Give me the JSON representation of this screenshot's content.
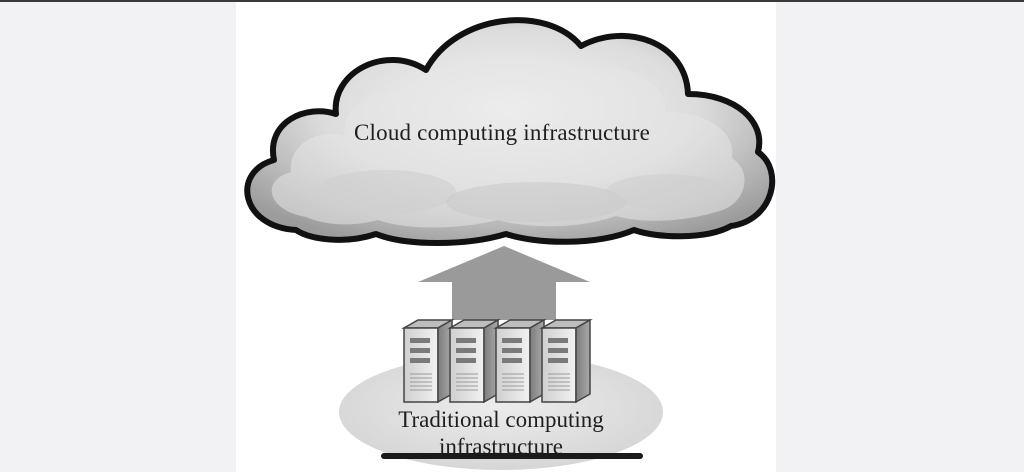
{
  "diagram": {
    "cloud": {
      "label": "Cloud computing infrastructure",
      "icon": "cloud-icon"
    },
    "arrow": {
      "icon": "up-arrow-icon",
      "direction": "up"
    },
    "servers": {
      "icon": "server-tower-icon",
      "count": 4
    },
    "base": {
      "label_line1": "Traditional computing",
      "label_line2": "infrastructure"
    }
  },
  "colors": {
    "cloud_outline": "#111111",
    "cloud_fill": "#d9d9d9",
    "arrow_fill": "#9a9a9a",
    "base_ellipse": "#dedede",
    "page_background": "#f2f2f4"
  }
}
